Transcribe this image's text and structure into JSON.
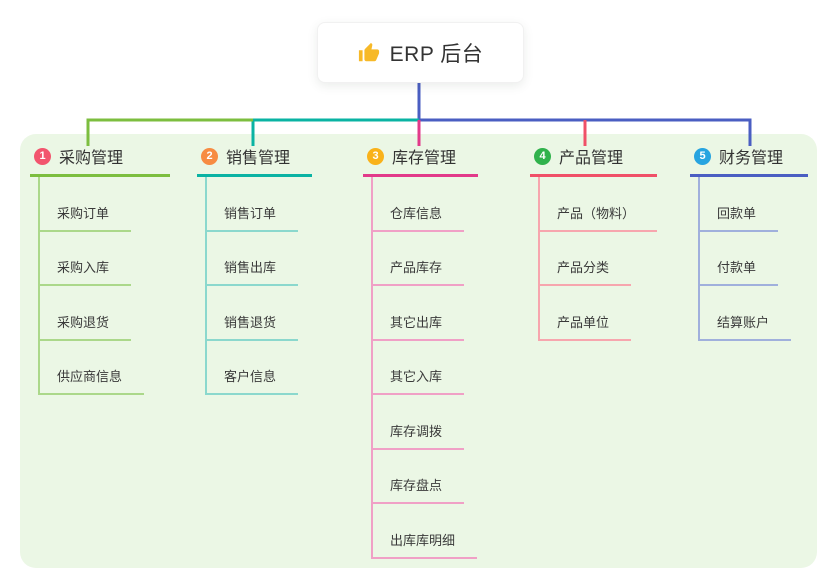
{
  "root": {
    "icon": "thumbs-up-icon",
    "title": "ERP 后台"
  },
  "connector_color": "#4a5ec2",
  "panel_color": "#ebf7e5",
  "branches": [
    {
      "num": "1",
      "label": "采购管理",
      "color": "#7cbe3f",
      "light": "#abd88a",
      "badge_color": "#f2556e",
      "children": [
        "采购订单",
        "采购入库",
        "采购退货",
        "供应商信息"
      ]
    },
    {
      "num": "2",
      "label": "销售管理",
      "color": "#0ab3a3",
      "light": "#8bd8cd",
      "badge_color": "#f78c42",
      "children": [
        "销售订单",
        "销售出库",
        "销售退货",
        "客户信息"
      ]
    },
    {
      "num": "3",
      "label": "库存管理",
      "color": "#e23a8a",
      "light": "#f0a0c6",
      "badge_color": "#f9b21a",
      "children": [
        "仓库信息",
        "产品库存",
        "其它出库",
        "其它入库",
        "库存调拨",
        "库存盘点",
        "出库库明细"
      ]
    },
    {
      "num": "4",
      "label": "产品管理",
      "color": "#f05068",
      "light": "#f7a6ae",
      "badge_color": "#30b24c",
      "children": [
        "产品（物料）",
        "产品分类",
        "产品单位"
      ]
    },
    {
      "num": "5",
      "label": "财务管理",
      "color": "#4a5ec2",
      "light": "#a0b0dc",
      "badge_color": "#27a4e0",
      "children": [
        "回款单",
        "付款单",
        "结算账户"
      ]
    }
  ]
}
